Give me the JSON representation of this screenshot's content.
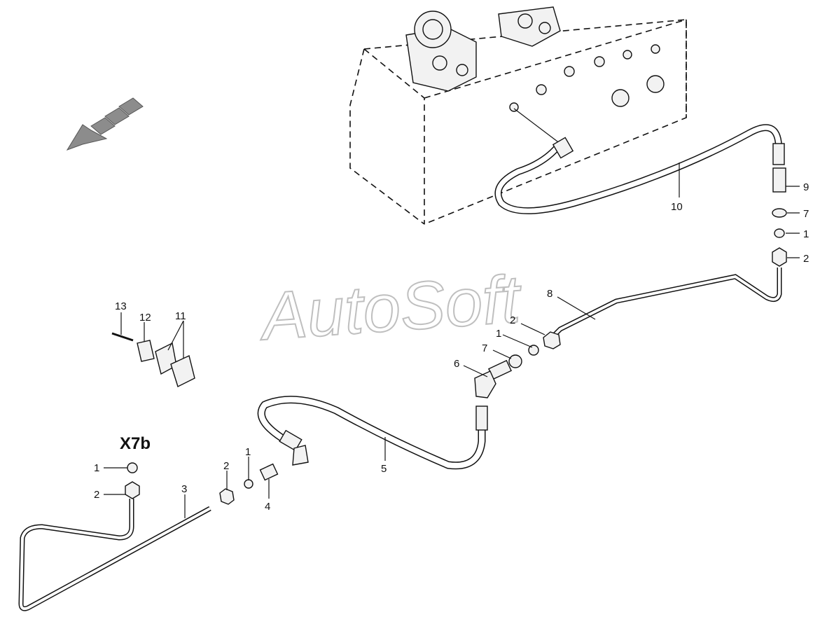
{
  "diagram": {
    "title": "X7b",
    "watermark": "AutoSoft",
    "callouts": {
      "c1a": "1",
      "c1b": "1",
      "c1c": "1",
      "c1d": "1",
      "c2a": "2",
      "c2b": "2",
      "c2c": "2",
      "c2d": "2",
      "c3": "3",
      "c4": "4",
      "c5": "5",
      "c6": "6",
      "c7a": "7",
      "c7b": "7",
      "c8": "8",
      "c9": "9",
      "c10": "10",
      "c11": "11",
      "c12": "12",
      "c13": "13"
    },
    "icons": [
      "direction-arrow-icon"
    ],
    "colors": {
      "line": "#111111",
      "part_fill": "#f2f2f2",
      "watermark_stroke": "#b9b9b9",
      "arrow_fill": "#8c8c8c"
    }
  }
}
